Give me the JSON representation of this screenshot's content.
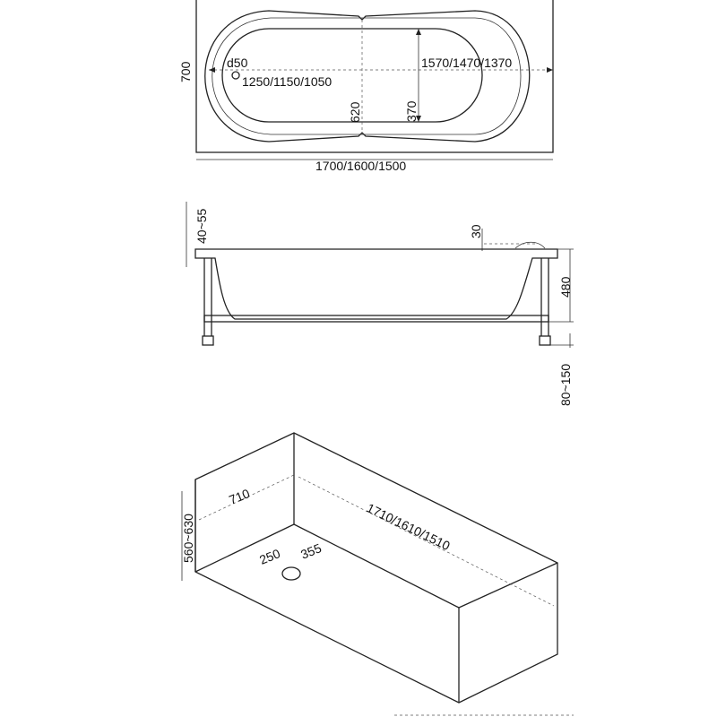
{
  "top_view": {
    "width_label": "700",
    "drain_label": "d50",
    "inner_length_label": "1250/1150/1050",
    "outer_inner_length_label": "1570/1470/1370",
    "inner_width_label": "620",
    "bottom_width_label": "370",
    "overall_length_label": "1700/1600/1500"
  },
  "side_view": {
    "rim_label": "40~55",
    "edge_label": "30",
    "depth_label": "480",
    "legs_label": "80~150"
  },
  "panel_view": {
    "width_label": "710",
    "length_label": "1710/1610/1510",
    "height_label": "560~630",
    "drain_x_label": "250",
    "drain_y_label": "355"
  }
}
